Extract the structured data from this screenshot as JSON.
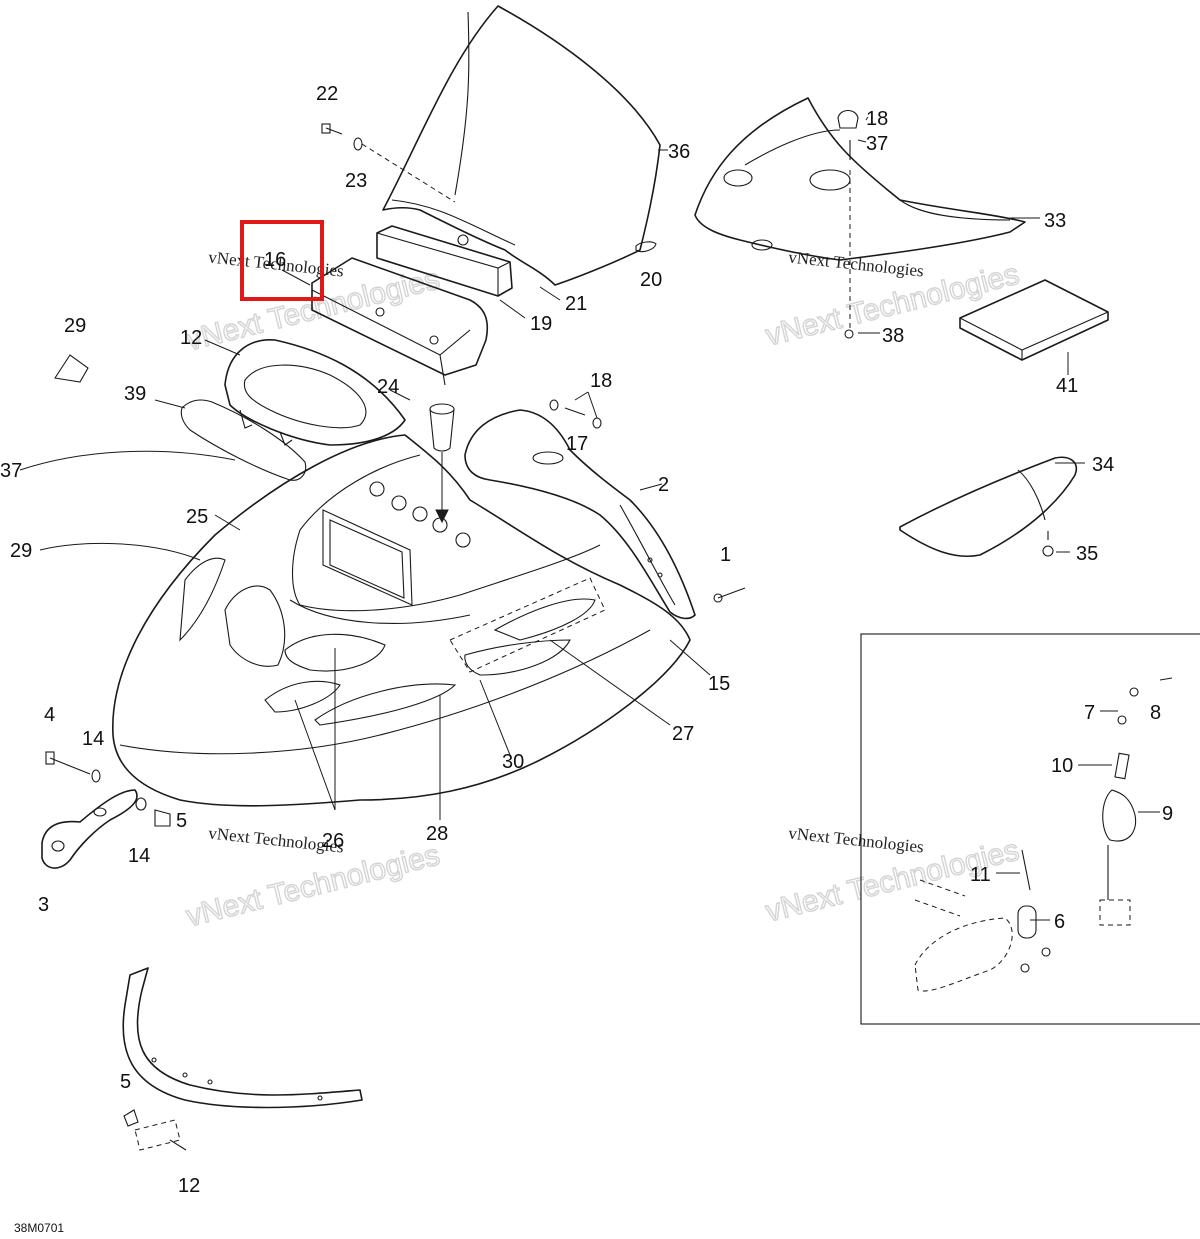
{
  "diagram": {
    "drawing_code": "38M0701",
    "highlight_color": "#e01818",
    "line_color": "#1a1a1a",
    "highlighted_callout": "16",
    "callouts": {
      "c1": "1",
      "c2": "2",
      "c3": "3",
      "c4": "4",
      "c5a": "5",
      "c5b": "5",
      "c6": "6",
      "c7": "7",
      "c8": "8",
      "c9": "9",
      "c10": "10",
      "c11": "11",
      "c12a": "12",
      "c12b": "12",
      "c14a": "14",
      "c14b": "14",
      "c15": "15",
      "c16": "16",
      "c17": "17",
      "c18a": "18",
      "c18b": "18",
      "c19": "19",
      "c20": "20",
      "c21": "21",
      "c22": "22",
      "c23": "23",
      "c24": "24",
      "c25": "25",
      "c26": "26",
      "c27": "27",
      "c28": "28",
      "c29a": "29",
      "c29b": "29",
      "c30": "30",
      "c33": "33",
      "c34": "34",
      "c35": "35",
      "c36": "36",
      "c37a": "37",
      "c37b": "37",
      "c38": "38",
      "c39": "39",
      "c41": "41"
    },
    "watermarks": {
      "w1_small": "vNext Technologies",
      "w1_big": "vNext Technologies",
      "w2_small": "vNext Technologies",
      "w2_big": "vNext Technologies",
      "w3_small": "vNext Technologies",
      "w3_big": "vNext Technologies",
      "w4_small": "vNext Technologies",
      "w4_big": "vNext Technologies"
    }
  }
}
